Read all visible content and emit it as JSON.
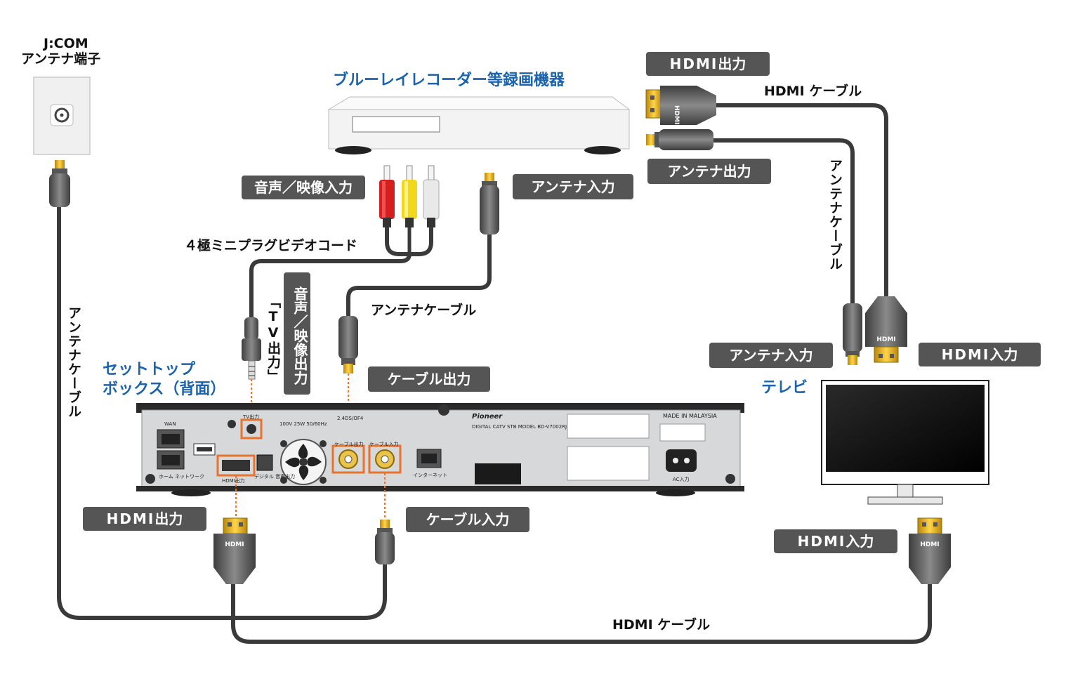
{
  "jcom": {
    "line1": "J:COM",
    "line2": "アンテナ端子"
  },
  "recorder": {
    "title": "ブルーレイレコーダー等録画機器"
  },
  "stb": {
    "line1": "セットトップ",
    "line2": "ボックス（背面）",
    "brand": "Pioneer",
    "made_in": "MADE IN MALAYSIA"
  },
  "tv": {
    "title": "テレビ"
  },
  "labels": {
    "av_input": "音声／映像入力",
    "antenna_input_recorder": "アンテナ入力",
    "antenna_output_recorder": "アンテナ出力",
    "hdmi_output_recorder": "出力",
    "hdmi_cable_top": "HDMI ケーブル",
    "mini_plug_cord": "４極ミニプラグビデオコード",
    "antenna_cable_mid": "アンテナケーブル",
    "antenna_cable_left": "アンテナケーブル",
    "antenna_cable_right": "アンテナケーブル",
    "av_output_vertical": "音声／映像出力",
    "tv_output_vertical": "「TV出力」",
    "cable_output": "ケーブル出力",
    "cable_input": "ケーブル入力",
    "hdmi_output_stb": "出力",
    "antenna_input_tv": "アンテナ入力",
    "hdmi_input_tv_top": "入力",
    "hdmi_input_tv_bottom": "入力",
    "hdmi_cable_bottom": "HDMI ケーブル",
    "hdmi_logo": "HDMI",
    "hdmi_plug_text": "HDMI"
  },
  "stb_panel": {
    "wan": "WAN",
    "home_network": "ホーム\nネットワーク",
    "hdmi_out": "HDMI出力",
    "digital_audio_out": "デジタル\n音声出力",
    "tv_out": "TV出力",
    "cable_out": "ケーブル出力",
    "cable_in": "ケーブル入力",
    "internet": "インターネット",
    "ac_in": "AC入力",
    "power_spec": "100V 25W 50/60Hz",
    "model": "DIGITAL CATV STB MODEL BD-V7002RJ",
    "band": "2.4DS/OF4"
  },
  "colors": {
    "accent_blue": "#1a63ad",
    "label_bg": "#555555",
    "highlight": "#e8732e",
    "cable": "#3a3a3a"
  }
}
